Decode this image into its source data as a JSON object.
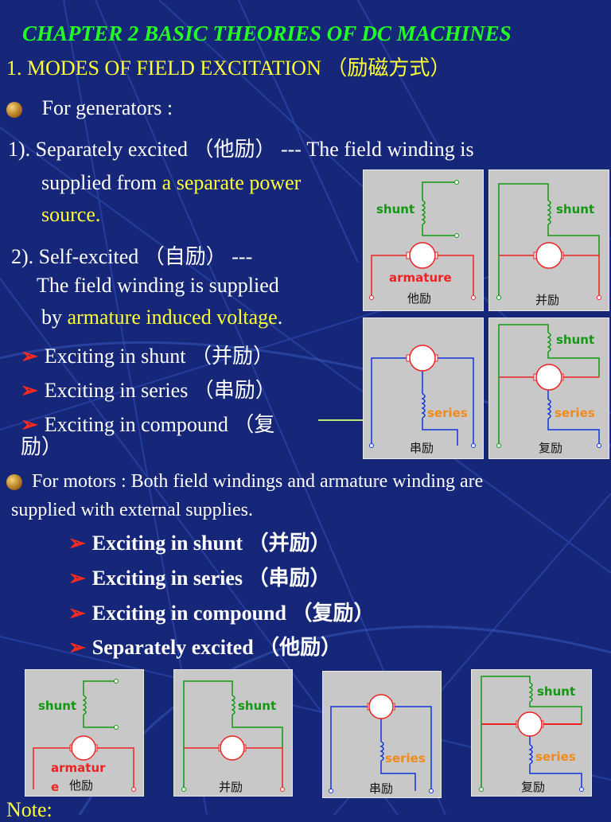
{
  "title": "CHAPTER 2    BASIC THEORIES OF DC MACHINES",
  "section_heading": "1.  MODES OF  FIELD EXCITATION （励磁方式）",
  "generators": {
    "intro": "For generators :",
    "item1_line1_a": "1). Separately excited （他励） ",
    "item1_line1_b": "--- The field winding is",
    "item1_line2_a": "supplied from ",
    "item1_line2_b": "a separate power",
    "item1_line3": "source.",
    "item2_line1": "2). Self-excited （自励） ---",
    "item2_line2": "The field winding is supplied",
    "item2_line3_a": "by ",
    "item2_line3_b": "armature induced voltage",
    "item2_line3_c": ".",
    "sub1": "Exciting in shunt   （并励）",
    "sub2": "Exciting in series   （串励）",
    "sub3_line1": "Exciting in compound   （复",
    "sub3_line2": "励）"
  },
  "motors": {
    "intro_line1": "For motors :  Both field windings and armature winding are",
    "intro_line2": "supplied with external supplies.",
    "items": [
      "Exciting in shunt   （并励）",
      "Exciting in series   （串励）",
      "Exciting in compound   （复励）",
      "Separately excited （他励）"
    ]
  },
  "diagram_labels": {
    "shunt": "shunt",
    "series": "series",
    "armature": "armature",
    "armatur": "armatur",
    "armatur_e": "e",
    "separately": "他励",
    "shunt_cn": "并励",
    "series_cn": "串励",
    "compound_cn": "复励"
  },
  "note": "Note:",
  "colors": {
    "background": "#16277a",
    "title": "#22ff22",
    "highlight": "#ffff33",
    "arrow": "#ff2a1a",
    "panel": "#c8c8c8",
    "shunt_wire": "#119911",
    "armature_wire": "#ee2222",
    "series_wire": "#1133dd",
    "series_label": "#f08a1a"
  },
  "icons": {
    "bullet": "bullet-ball-icon",
    "arrow": "arrowhead-icon"
  }
}
